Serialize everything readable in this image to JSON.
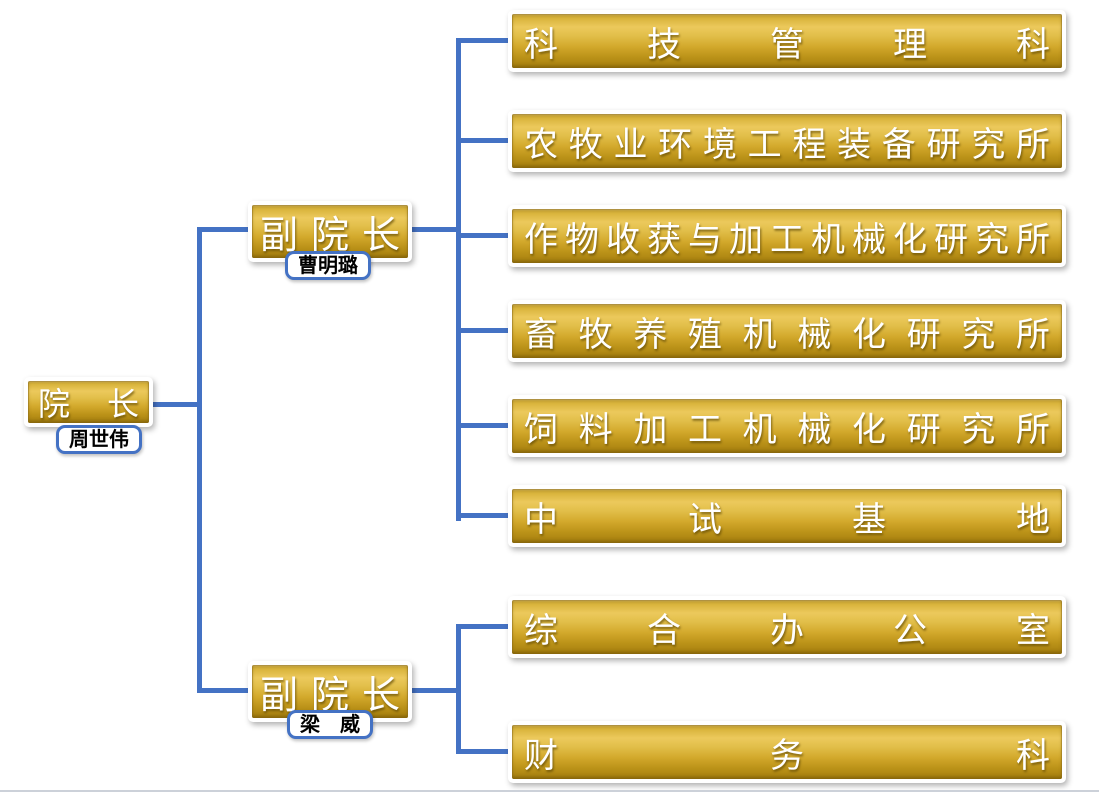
{
  "palette": {
    "connector_blue": "#4472C4",
    "gold_top": "#b8962f",
    "gold_bright": "#ecc95c",
    "gold_bottom": "#a37d0e",
    "box_text": "#ffffff",
    "tag_border": "#4472C4",
    "tag_text": "#000000",
    "divider": "#ccd1d9"
  },
  "org_chart": {
    "root": {
      "title": "院长",
      "name": "周世伟"
    },
    "vice_presidents": [
      {
        "title": "副院长",
        "name": "曹明璐",
        "departments": [
          "科技管理科",
          "农牧业环境工程装备研究所",
          "作物收获与加工机械化研究所",
          "畜牧养殖机械化研究所",
          "饲料加工机械化研究所",
          "中试基地"
        ]
      },
      {
        "title": "副院长",
        "name": "梁　威",
        "departments": [
          "综合办公室",
          "财务科"
        ]
      }
    ]
  }
}
